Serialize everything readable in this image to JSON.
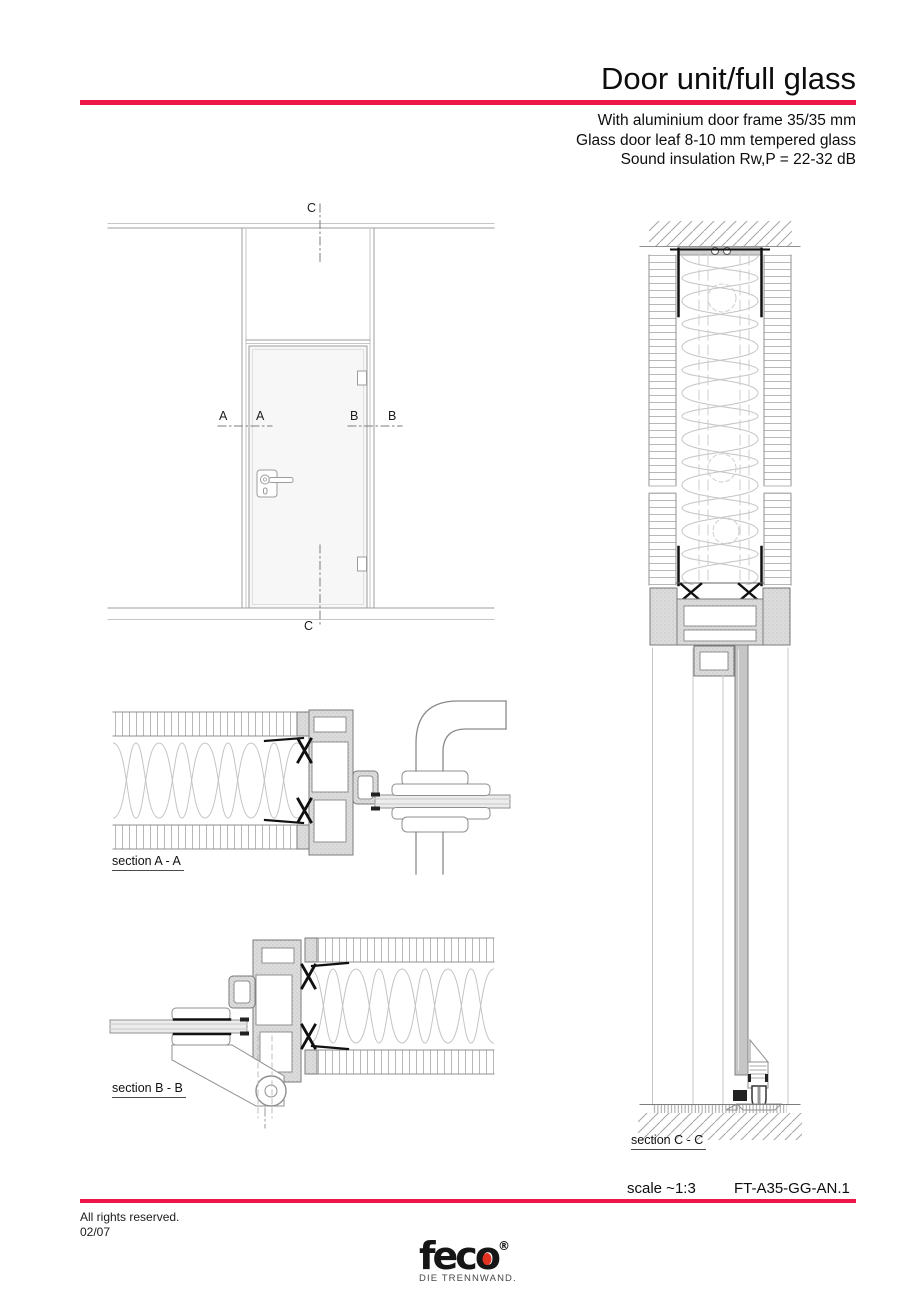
{
  "header": {
    "title": "Door unit/full glass",
    "subtitle_lines": [
      "With aluminium door frame 35/35 mm",
      "Glass door leaf 8-10 mm tempered glass",
      "Sound insulation Rw,P = 22-32 dB"
    ]
  },
  "elevation_markers": {
    "c_top": "C",
    "c_bottom": "C",
    "a_left": "A",
    "a_right": "A",
    "b_left": "B",
    "b_right": "B"
  },
  "section_labels": {
    "aa": "section A - A",
    "bb": "section B - B",
    "cc": "section C - C"
  },
  "titleblock": {
    "scale": "scale ~1:3",
    "doc_number": "FT-A35-GG-AN.1"
  },
  "footer": {
    "rights": "All rights reserved.",
    "date": "02/07"
  },
  "logo": {
    "word_start": "fec",
    "word_o": "o",
    "registered": "®",
    "tagline": "DIE TRENNWAND."
  },
  "colors": {
    "accent_red": "#ee1648",
    "logo_red": "#e43222",
    "drawing_line": "#8f8f8f",
    "black_detail": "#111111",
    "aluminium_fill": "#dcdcdc",
    "glass_fill": "#c6c6c6"
  }
}
